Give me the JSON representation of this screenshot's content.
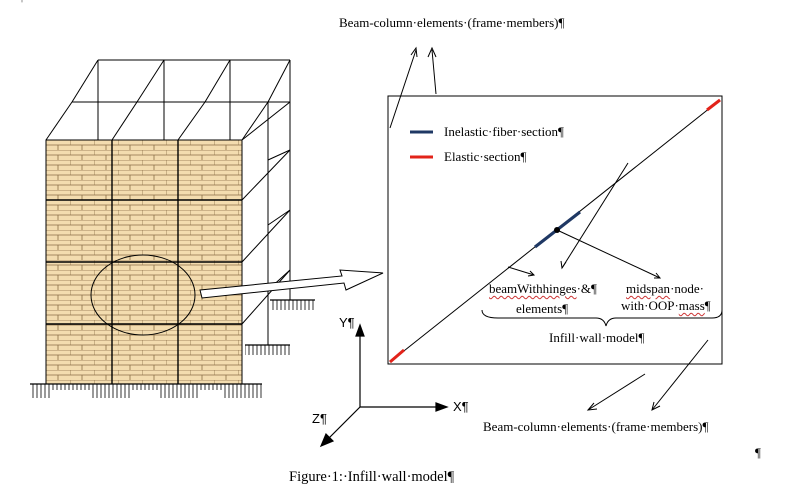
{
  "labels": {
    "beam_column_top": "Beam-column·elements·(frame·members)¶",
    "beam_column_bottom": "Beam-column·elements·(frame·members)¶",
    "legend_inelastic": "Inelastic·fiber·section¶",
    "legend_elastic": "Elastic·section¶",
    "beam_withhinges_a": "beamWithhinges",
    "beam_withhinges_b": "·&¶",
    "elements": "elements¶",
    "midspan_node_a": "midspan",
    "midspan_node_b": "·node·",
    "with_oop_mass_a": "with·OOP·",
    "with_oop_mass_b": "mass",
    "with_oop_mass_c": "¶",
    "infill_wall_model": "Infill·wall·model¶",
    "axis_y": "Y¶",
    "axis_x": "X¶",
    "axis_z": "Z¶",
    "pilcrow_top": "¶",
    "pilcrow_right": "¶",
    "caption": "Figure·1:·Infill·wall·model¶"
  },
  "colors": {
    "brick_fill": "#f3dcaf",
    "mortar": "#8a6d45",
    "inelastic": "#1f3864",
    "elastic": "#e2231a",
    "line": "#000000"
  }
}
